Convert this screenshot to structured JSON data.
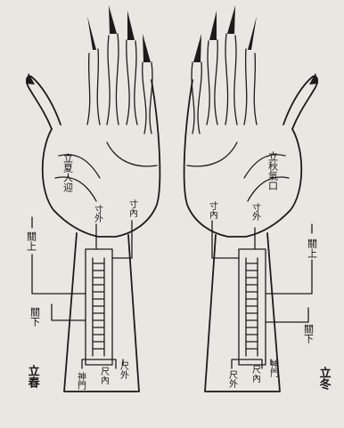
{
  "left_hand": {
    "season_top": "立夏人迎",
    "cun_outer": "寸外",
    "cun_inner": "寸內",
    "guan_upper": "關上",
    "guan_lower": "關下",
    "shenmen": "神門",
    "chi_inner": "尺內",
    "chi_outer": "尺外",
    "season_bottom": "立春"
  },
  "right_hand": {
    "season_top": "立秋氣口",
    "cun_inner": "寸內",
    "cun_outer": "寸外",
    "guan_upper": "關上",
    "guan_lower": "關下",
    "chi_outer": "尺外",
    "chi_inner": "尺內",
    "shenmen": "神門",
    "season_bottom": "立冬"
  }
}
